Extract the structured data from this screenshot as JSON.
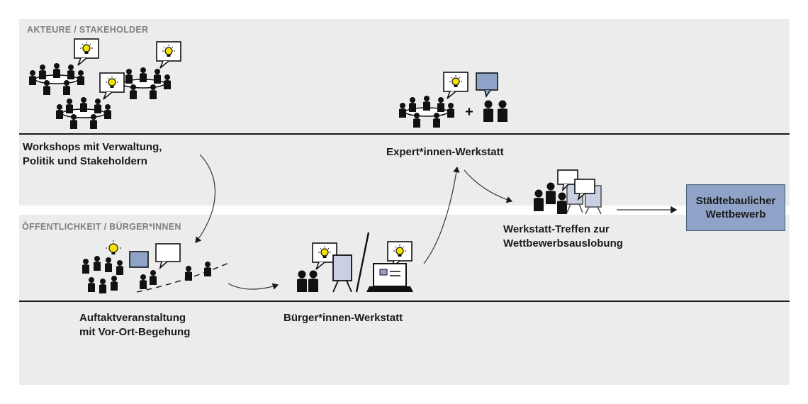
{
  "sections": {
    "top_label": "AKTEURE / STAKEHOLDER",
    "bottom_label": "ÖFFENTLICHKEIT / BÜRGER*INNEN"
  },
  "steps": {
    "workshops": {
      "line1": "Workshops mit Verwaltung,",
      "line2": "Politik und Stakeholdern"
    },
    "experts": {
      "line1": "Expert*innen-Werkstatt"
    },
    "werkstatt_treffen": {
      "line1": "Werkstatt-Treffen zur",
      "line2": "Wettbewerbsauslobung"
    },
    "auftakt": {
      "line1": "Auftaktveranstaltung",
      "line2": "mit Vor-Ort-Begehung"
    },
    "buerger": {
      "line1": "Bürger*innen-Werkstatt"
    }
  },
  "result": {
    "line1": "Städtebaulicher",
    "line2": "Wettbewerb"
  },
  "plus_sign": "+",
  "colors": {
    "band": "#ececec",
    "bubble_blue": "#8fa3c8",
    "bulb_yellow": "#f5e400",
    "result_box": "#8fa3c8",
    "label_gray": "#808080"
  },
  "icons": [
    "person-icon",
    "lightbulb-bubble-icon",
    "speech-bubble-icon",
    "flipchart-icon",
    "laptop-icon",
    "arrow-icon"
  ]
}
